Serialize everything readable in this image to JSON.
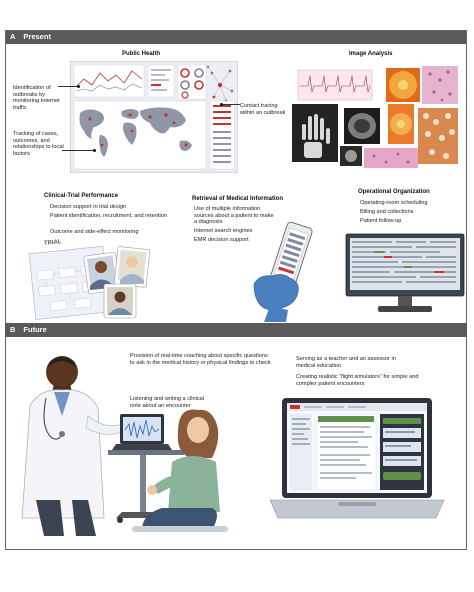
{
  "sections": {
    "a": {
      "letter": "A",
      "title": "Present"
    },
    "b": {
      "letter": "B",
      "title": "Future"
    }
  },
  "public_health": {
    "title": "Public Health",
    "outbreaks": "Identification of outbreaks by monitoring Internet traffic",
    "tracking": "Tracking of cases, outcomes, and relationships to local factors",
    "contact": "Contact tracing within an outbreak"
  },
  "image_analysis": {
    "title": "Image Analysis"
  },
  "clinical_trial": {
    "title": "Clinical-Trial Performance",
    "items": [
      "Decision support in trial design",
      "Patient identification, recruitment, and retention",
      "Outcome and side-effect monitoring"
    ],
    "doc_label": "TRIAL"
  },
  "retrieval": {
    "title": "Retrieval of Medical Information",
    "items": [
      "Use of multiple information sources about a patient to make a diagnosis",
      "Internet search engines",
      "EMR decision support"
    ]
  },
  "operational": {
    "title": "Operational Organization",
    "items": [
      "Operating-room scheduling",
      "Billing and collections",
      "Patient follow-up"
    ]
  },
  "future": {
    "coaching": "Provision of real-time coaching about specific questions to ask in the medical history or physical findings to check",
    "listening": "Listening and writing a clinical note about an encounter",
    "teacher": "Serving as a teacher and an assessor in medical education",
    "simulators": "Creating realistic “flight simulators” for simple and complex patient encounters"
  },
  "colors": {
    "band": "#5a5a5a",
    "accent_red": "#c8322c",
    "map": "#8f96a6",
    "glove": "#4a7fc0"
  }
}
